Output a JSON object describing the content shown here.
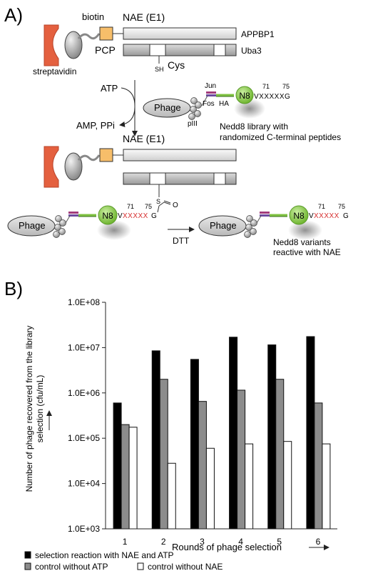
{
  "panel_a": {
    "label": "A)",
    "stage1": {
      "biotin": "biotin",
      "pcp": "PCP",
      "streptavidin": "streptavidin",
      "nae": "NAE (E1)",
      "appbp1": "APPBP1",
      "uba3": "Uba3",
      "sh": "SH",
      "cys": "Cys"
    },
    "reaction": {
      "atp": "ATP",
      "amp": "AMP, PPi"
    },
    "library": {
      "jun": "Jun",
      "fos": "Fos",
      "ha": "HA",
      "n8": "N8",
      "piii": "pIII",
      "phage": "Phage",
      "pos71": "71",
      "pos75": "75",
      "seq": "VXXXXXG",
      "caption_line1": "Nedd8 library with",
      "caption_line2": "randomized C-terminal peptides"
    },
    "stage2": {
      "nae": "NAE (E1)",
      "s": "S",
      "o": "O",
      "n8": "N8",
      "phage": "Phage",
      "pos71": "71",
      "pos75": "75",
      "seq_v": "V",
      "seq_x": "XXXXX",
      "seq_g": "G",
      "dtt": "DTT"
    },
    "product": {
      "n8": "N8",
      "phage": "Phage",
      "pos71": "71",
      "pos75": "75",
      "seq_v": "V",
      "seq_x": "XXXXX",
      "seq_g": "G",
      "caption_line1": "Nedd8 variants",
      "caption_line2": "reactive with NAE"
    }
  },
  "panel_b": {
    "label": "B)"
  },
  "colors": {
    "black_bar": "#000000",
    "gray_bar": "#8c8c8c",
    "white_bar": "#ffffff",
    "streptavidin": "#e4603f",
    "pcp": "#f7be6a",
    "n8": "#7fc241",
    "randomized": "#d62c2c"
  },
  "chart_data": {
    "type": "bar",
    "categories": [
      "1",
      "2",
      "3",
      "4",
      "5",
      "6"
    ],
    "series": [
      {
        "name": "selection reaction with NAE and ATP",
        "color": "#000000",
        "values": [
          600000,
          8500000,
          5500000,
          17000000,
          11500000,
          17500000
        ]
      },
      {
        "name": "control without ATP",
        "color": "#8c8c8c",
        "values": [
          200000,
          2000000,
          650000,
          1150000,
          2000000,
          600000
        ]
      },
      {
        "name": "control without NAE",
        "color": "#ffffff",
        "values": [
          175000,
          28000,
          60000,
          75000,
          85000,
          75000
        ]
      }
    ],
    "scale": "log",
    "ylim": [
      1000,
      100000000
    ],
    "yticks": [
      "1.0E+03",
      "1.0E+04",
      "1.0E+05",
      "1.0E+06",
      "1.0E+07",
      "1.0E+08"
    ],
    "ylabel_line1": "Number of phage recovered from the library",
    "ylabel_line2": "selection (cfu/mL)",
    "xlabel": "Rounds of phage selection",
    "legend_position": "bottom",
    "grid": false
  }
}
